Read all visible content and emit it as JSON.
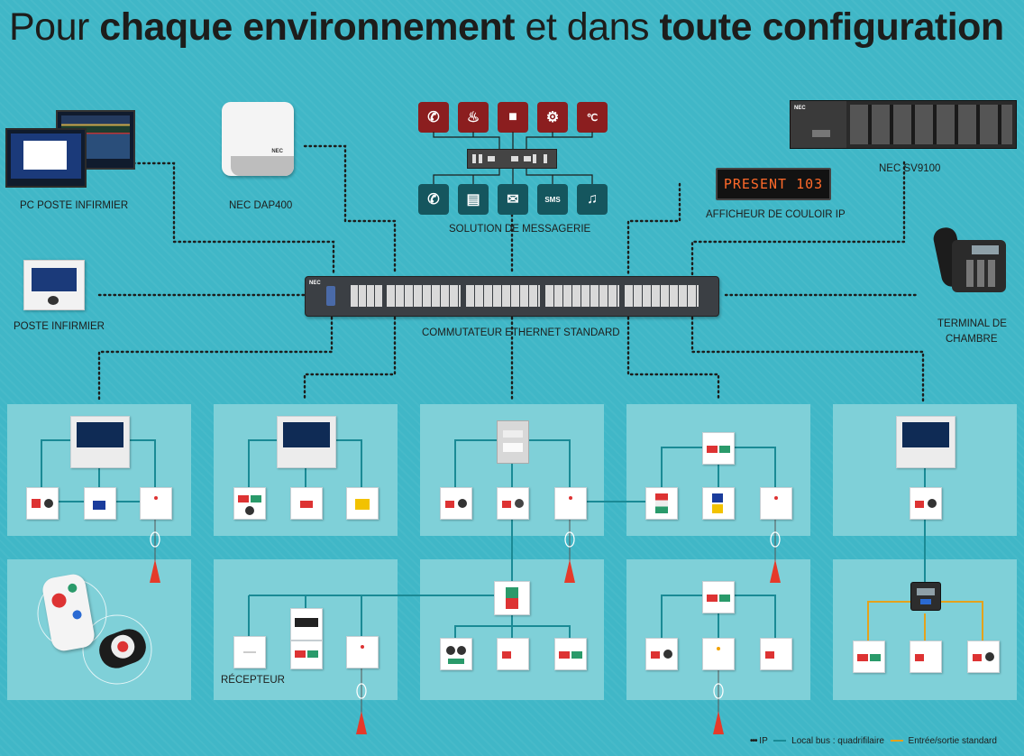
{
  "title": {
    "part1": "Pour ",
    "part2": "chaque environnement",
    "part3": " et dans ",
    "part4": "toute configuration"
  },
  "labels": {
    "pc_poste_infirmier": "PC POSTE INFIRMIER",
    "nec_dap400": "NEC DAP400",
    "solution_messagerie": "SOLUTION DE MESSAGERIE",
    "afficheur": "AFFICHEUR DE COULOIR IP",
    "nec_sv9100": "NEC SV9100",
    "poste_infirmier": "POSTE INFIRMIER",
    "commutateur": "COMMUTATEUR ETHERNET STANDARD",
    "terminal_line1": "TERMINAL DE",
    "terminal_line2": "CHAMBRE",
    "recepteur": "RÉCEPTEUR"
  },
  "display_text": "PRESENT 103",
  "brand": "NEC",
  "sms_text": "SMS",
  "legend": {
    "ip": "IP",
    "local_bus": "Local bus : quadrifilaire",
    "io": "Entrée/sortie standard"
  },
  "colors": {
    "background": "#40b7c7",
    "panel": "#7fd0d8",
    "icon_red": "#8b1e1f",
    "icon_teal": "#15565e",
    "bus_line": "#1a8a95",
    "io_line": "#e4a21c",
    "ip_dots": "#1d1d1b",
    "pull_cord": "#e53a2a"
  },
  "icons": {
    "alert_row": [
      "phone-icon",
      "fire-icon",
      "security-icon",
      "gear-icon",
      "thermometer-icon"
    ],
    "message_row": [
      "phone-icon",
      "computer-icon",
      "mail-icon",
      "sms-icon",
      "speaker-icon"
    ]
  }
}
